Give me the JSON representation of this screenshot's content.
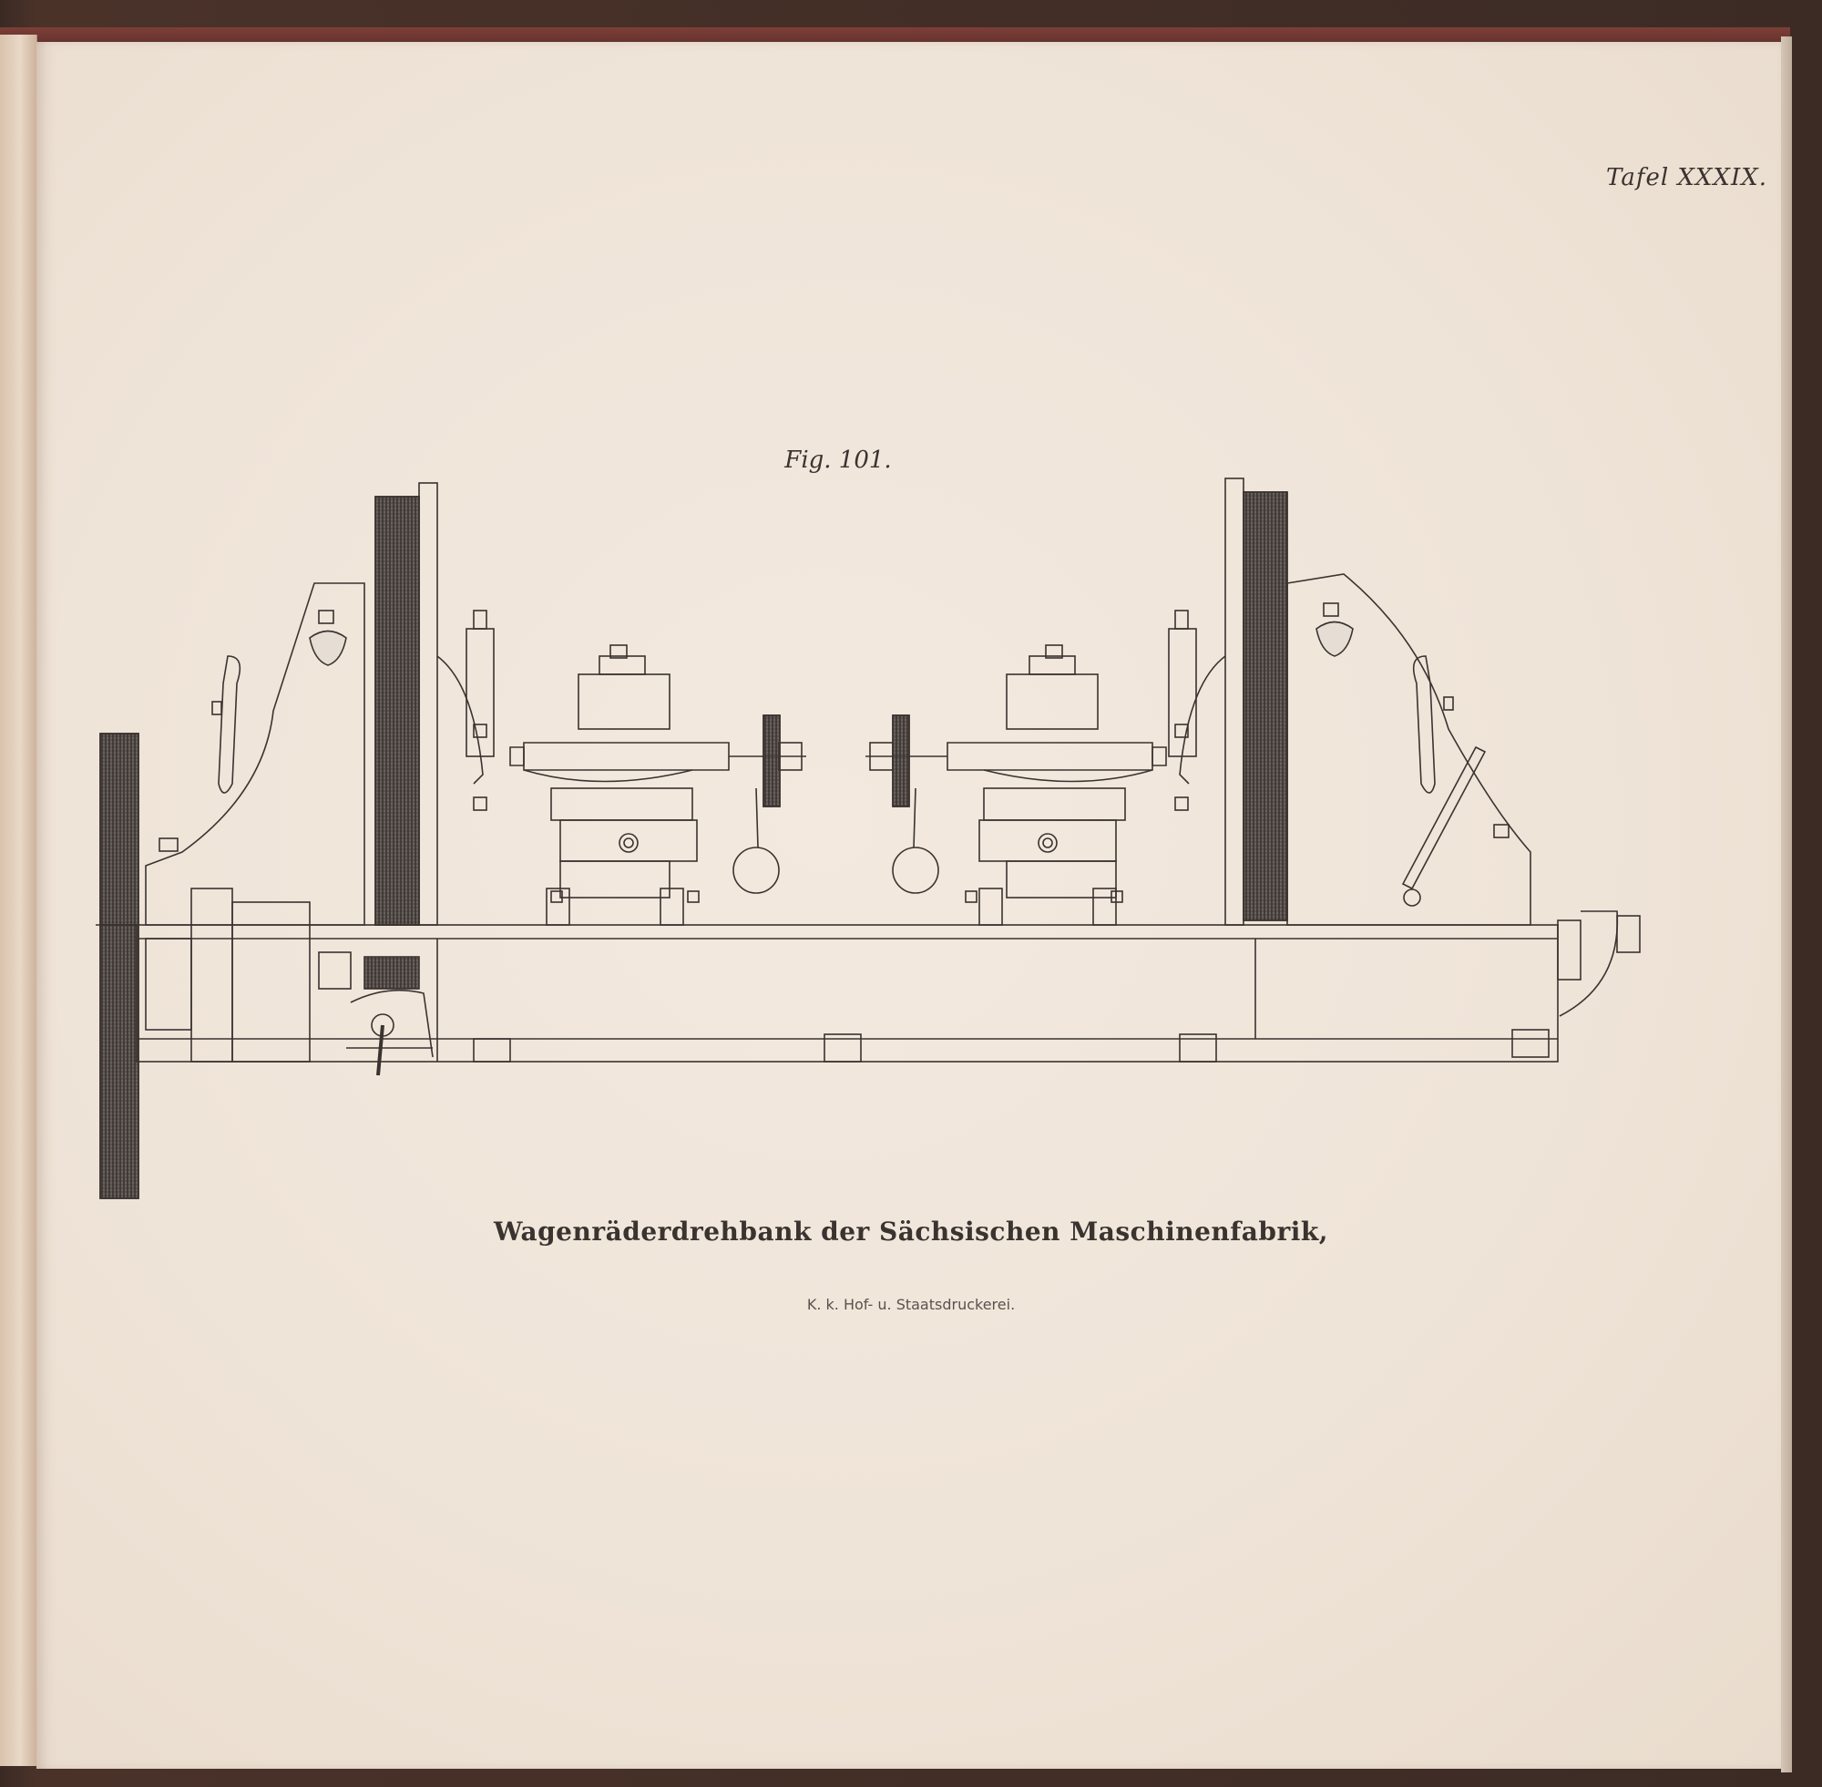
{
  "plate": {
    "label": "Tafel XXXIX."
  },
  "figure": {
    "label": "Fig. 101."
  },
  "caption": {
    "title": "Wagenräderdrehbank der Sächsischen Maschinenfabrik,",
    "printer": "K. k. Hof- u. Staatsdruckerei."
  },
  "colors": {
    "paper": "#efe4d8",
    "ink": "#3a3330",
    "cover": "#6a3531"
  }
}
